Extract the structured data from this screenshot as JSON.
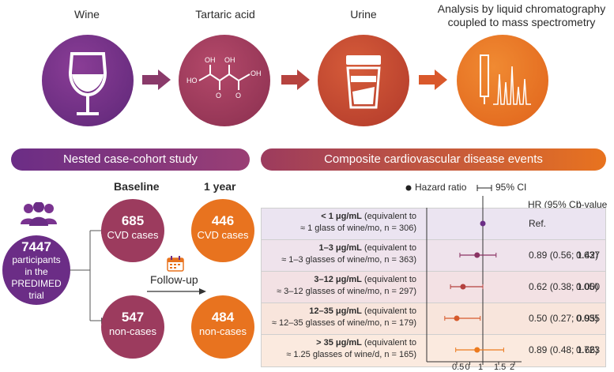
{
  "steps": [
    {
      "label": "Wine"
    },
    {
      "label": "Tartaric acid"
    },
    {
      "label": "Urine"
    },
    {
      "label": "Analysis by liquid chromatography coupled to mass spectrometry"
    }
  ],
  "tartaric_labels": {
    "ho1": "HO",
    "oh_top": "OH",
    "oh_mid": "OH",
    "oh_right": "OH",
    "o_left": "O",
    "o_right": "O",
    "ho_left": "HO"
  },
  "left_banner": "Nested case-cohort study",
  "right_banner": "Composite cardiovascular disease events",
  "cohort": {
    "count": "7447",
    "line1": "participants",
    "line2": "in the",
    "line3": "PREDIMED",
    "line4": "trial"
  },
  "timepoints": {
    "baseline": "Baseline",
    "one_year": "1 year",
    "follow_up": "Follow-up"
  },
  "bubbles": [
    {
      "num": "685",
      "label": "CVD cases"
    },
    {
      "num": "446",
      "label": "CVD cases"
    },
    {
      "num": "547",
      "label": "non-cases"
    },
    {
      "num": "484",
      "label": "non-cases"
    }
  ],
  "legend": {
    "hazard": "Hazard ratio",
    "ci": "95% CI"
  },
  "headers": {
    "hr": "HR (95% CI)",
    "pvalue": "p-value"
  },
  "rows": [
    {
      "bold": "< 1 μg/mL",
      "rest1": " (equivalent to",
      "line2": "≈ 1 glass of wine/mo, n = 306)",
      "hr_text": "Ref.",
      "p": ""
    },
    {
      "bold": "1–3 μg/mL",
      "rest1": " (equivalent to",
      "line2": "≈ 1–3 glasses of wine/mo, n = 363)",
      "hr_text": "0.89 (0.56; 1.42)",
      "p": "0.637"
    },
    {
      "bold": "3–12 μg/mL",
      "rest1": " (equivalent to",
      "line2": "≈ 3–12 glasses of wine/mo, n = 297)",
      "hr_text": "0.62 (0.38; 1.00)",
      "p": "0.050"
    },
    {
      "bold": "12–35 μg/mL",
      "rest1": " (equivalent to",
      "line2": "≈ 12–35 glasses of wine/mo, n = 179)",
      "hr_text": "0.50 (0.27; 0.95)",
      "p": "0.035"
    },
    {
      "bold": "> 35 μg/mL",
      "rest1": " (equivalent to",
      "line2": "≈ 1.25 glasses of wine/d, n = 165)",
      "hr_text": "0.89 (0.48; 1.66)",
      "p": "0.723"
    }
  ],
  "forest": {
    "hr": [
      1,
      0.89,
      0.62,
      0.5,
      0.89
    ],
    "lo": [
      1,
      0.56,
      0.38,
      0.27,
      0.48
    ],
    "hi": [
      1,
      1.42,
      1.0,
      0.95,
      1.66
    ],
    "ticks": [
      "0.5",
      "0",
      "1",
      "1.5",
      "2"
    ],
    "tick_values": [
      0.5,
      0.75,
      1,
      1.5,
      2
    ]
  },
  "colors": {
    "purple": "#6b2d86",
    "purple_mid": "#8a3d8f",
    "maroon": "#9c3b5e",
    "rust": "#c24a3a",
    "orange": "#e8731f",
    "row_bg": [
      "#ebe4f1",
      "#efe3ec",
      "#f3e1e4",
      "#f8e5dc",
      "#fbeadf"
    ],
    "dot": [
      "#6b2d86",
      "#8a3363",
      "#b4423f",
      "#d65a2c",
      "#ec7a1e"
    ]
  }
}
